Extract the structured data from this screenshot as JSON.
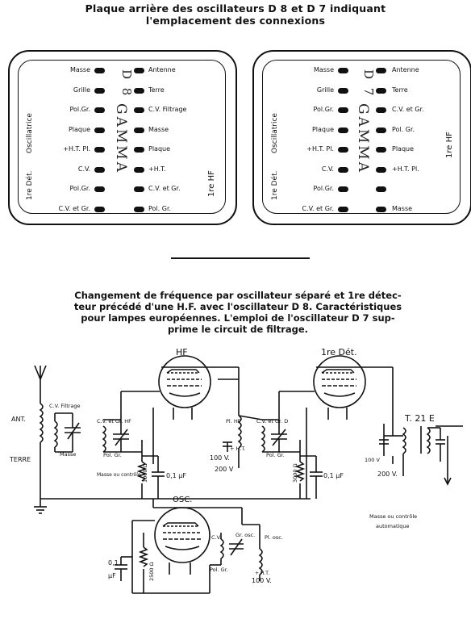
{
  "header": {
    "line1": "Plaque arrière des oscillateurs D 8 et D 7 indiquant",
    "line2": "l'emplacement des connexions"
  },
  "plate_d8": {
    "brand": "GAMMA",
    "model": "D 8",
    "left_labels": [
      "Masse",
      "Grille",
      "Pol.Gr.",
      "Plaque",
      "+H.T. Pl.",
      "C.V.",
      "Pol.Gr.",
      "C.V. et Gr."
    ],
    "right_labels": [
      "Antenne",
      "Terre",
      "C.V. Filtrage",
      "Masse",
      "Plaque",
      "+H.T.",
      "C.V. et Gr.",
      "Pol. Gr."
    ],
    "group_left_1": "Oscillatrice",
    "group_left_2": "1re Dét.",
    "group_right": "1re HF"
  },
  "plate_d7": {
    "brand": "GAMMA",
    "model": "D 7",
    "left_labels": [
      "Masse",
      "Grille",
      "Pol.Gr.",
      "Plaque",
      "+H.T. Pl.",
      "C.V.",
      "Pol.Gr.",
      "C.V. et Gr."
    ],
    "right_labels": [
      "Antenne",
      "Terre",
      "C.V. et Gr.",
      "Pol. Gr.",
      "Plaque",
      "+H.T. Pl.",
      "",
      "Masse"
    ],
    "group_left_1": "Oscillatrice",
    "group_left_2": "1re Dét.",
    "group_right": "1re HF"
  },
  "caption": {
    "line1": "Changement de fréquence par oscillateur séparé et 1re détec-",
    "line2": "teur précédé d'une H.F. avec l'oscillateur D 8. Caractéristiques",
    "line3": "pour lampes européennes. L'emploi de l'oscillateur D 7 sup-",
    "line4": "prime le circuit de filtrage."
  },
  "schematic": {
    "tube_hf": "HF",
    "tube_det": "1re Dét.",
    "tube_osc": "OSC.",
    "ant": "ANT.",
    "terre": "TERRE",
    "cv_filtrage": "C.V. Filtrage",
    "masse_small": "Masse",
    "cv_gr_hf": "C.V. et Gr. HF",
    "pol_gr": "Pol. Gr.",
    "masse_ou_controle": "Masse ou contrôle",
    "r1": "1000 Ω",
    "c1": "0,1 µF",
    "pl_hf": "Pl. HF",
    "ht_plus": "+ H.T.",
    "v100_a": "100 V.",
    "v200_a": "200 V",
    "cv_gr_d": "C.V. et Gr. D",
    "r2": "3000 Ω",
    "c2": "0,1 µF",
    "t21e": "T. 21 E",
    "v100_b": "100 V",
    "v200_b": "200 V.",
    "masse_auto_1": "Masse ou contrôle",
    "masse_auto_2": "automatique",
    "c3a": "0,1",
    "c3b": "µF",
    "r3": "2500 Ω",
    "cv_osc": "C.V.",
    "gr_osc": "Gr. osc.",
    "pl_osc": "Pl. osc.",
    "pol_gr_osc": "Pol. Gr.",
    "ht_osc": "+ H.T.",
    "v100_c": "100 V."
  }
}
